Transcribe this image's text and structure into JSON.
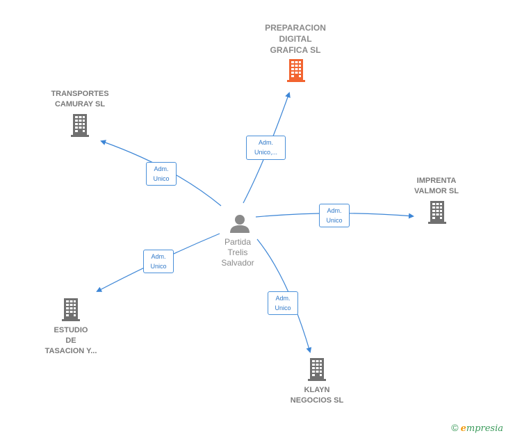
{
  "center": {
    "label": "Partida\nTrelis\nSalvador"
  },
  "nodes": {
    "preparacion": {
      "label": "PREPARACION\nDIGITAL\nGRAFICA  SL",
      "color": "#f26430"
    },
    "transportes": {
      "label": "TRANSPORTES\nCAMURAY SL",
      "color": "#707070"
    },
    "imprenta": {
      "label": "IMPRENTA\nVALMOR  SL",
      "color": "#707070"
    },
    "estudio": {
      "label": "ESTUDIO\nDE\nTASACION Y...",
      "color": "#707070"
    },
    "klayn": {
      "label": "KLAYN\nNEGOCIOS SL",
      "color": "#707070"
    }
  },
  "edges": {
    "preparacion": {
      "label": "Adm.\nUnico,..."
    },
    "transportes": {
      "label": "Adm.\nUnico"
    },
    "imprenta": {
      "label": "Adm.\nUnico"
    },
    "estudio": {
      "label": "Adm.\nUnico"
    },
    "klayn": {
      "label": "Adm.\nUnico"
    }
  },
  "colors": {
    "edge": "#3d86d6",
    "person": "#8a8a8a"
  },
  "footer": {
    "copyright": "©",
    "brand_e": "e",
    "brand_rest": "mpresia"
  }
}
